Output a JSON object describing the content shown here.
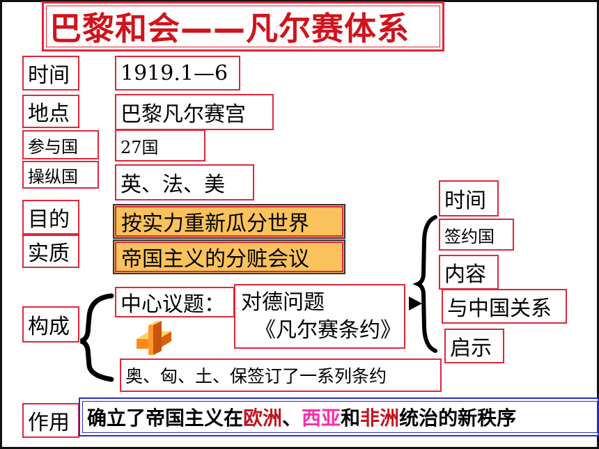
{
  "title": "巴黎和会——凡尔赛体系",
  "rows": {
    "time": {
      "label": "时间",
      "value": "1919.1—6"
    },
    "place": {
      "label": "地点",
      "value": "巴黎凡尔赛宫"
    },
    "participants": {
      "label": "参与国",
      "value": "27国"
    },
    "controllers": {
      "label": "操纵国",
      "value": "英、法、美"
    },
    "purpose": {
      "label": "目的",
      "value": "按实力重新瓜分世界"
    },
    "essence": {
      "label": "实质",
      "value": "帝国主义的分赃会议"
    }
  },
  "composition": {
    "label": "构成",
    "central_issue_label": "中心议题：",
    "central_issue_line1": "对德问题",
    "central_issue_line2": "《凡尔赛条约》",
    "other_treaties": "奥、匈、土、保签订了一系列条约"
  },
  "treaty_aspects": [
    "时间",
    "签约国",
    "内容",
    "与中国关系",
    "启示"
  ],
  "effect": {
    "label": "作用",
    "part1": "确立了帝国主义在",
    "part2": "欧洲",
    "part3": "、",
    "part4": "西亚",
    "part5": "和",
    "part6": "非洲",
    "part7": "统治的新秩序"
  },
  "colors": {
    "title_red": "#d0131c",
    "box_border_red": "#e0263a",
    "orange_fill": "#f9c25c",
    "effect_border_blue": "#2a2ac8",
    "highlight_red": "#c0141e",
    "highlight_pink": "#ff2aa8"
  }
}
